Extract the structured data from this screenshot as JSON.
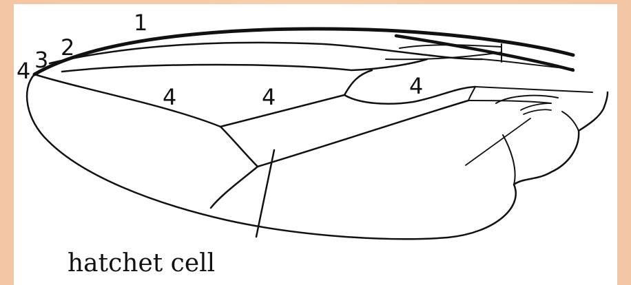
{
  "diagram": {
    "labels": {
      "vein_1": "1",
      "vein_2": "2",
      "vein_3": "3",
      "vein_4_tip": "4",
      "vein_4_a": "4",
      "vein_4_b": "4",
      "vein_4_c": "4"
    },
    "caption": "hatchet cell",
    "colors": {
      "background": "#f3c6a6",
      "panel": "#ffffff",
      "line": "#111111"
    }
  }
}
